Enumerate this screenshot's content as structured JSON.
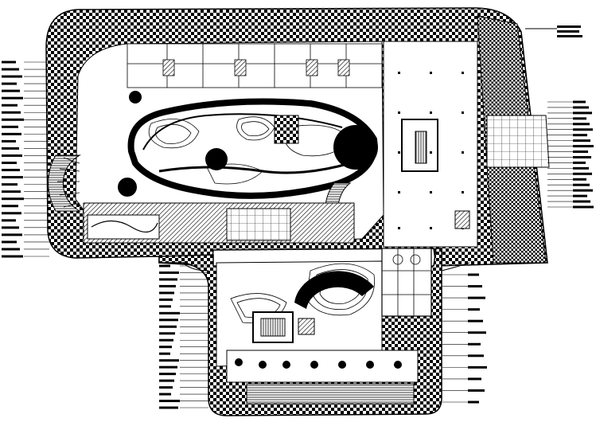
{
  "drawing": {
    "kind": "landscape-master-plan",
    "line_color": "#000000",
    "paper_color": "#ffffff",
    "legend_labels_left_count": 28,
    "legend_labels_mid_count": 22,
    "legend_labels_right_count": 20
  }
}
